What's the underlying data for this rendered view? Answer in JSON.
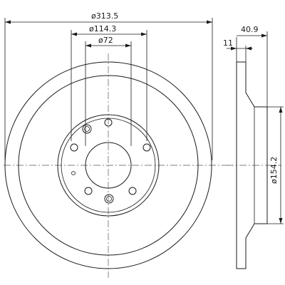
{
  "drawing": {
    "dimensions": {
      "outer_diameter": "ø313.5",
      "bolt_circle": "ø114.3",
      "center_bore": "ø72",
      "overall_height": "40.9",
      "disc_thickness": "11",
      "hat_diameter": "ø154.2"
    },
    "front_view": {
      "stud_holes": 5,
      "threaded_holes": 2
    },
    "colors": {
      "line": "#1a1a1a",
      "background": "#ffffff"
    }
  }
}
